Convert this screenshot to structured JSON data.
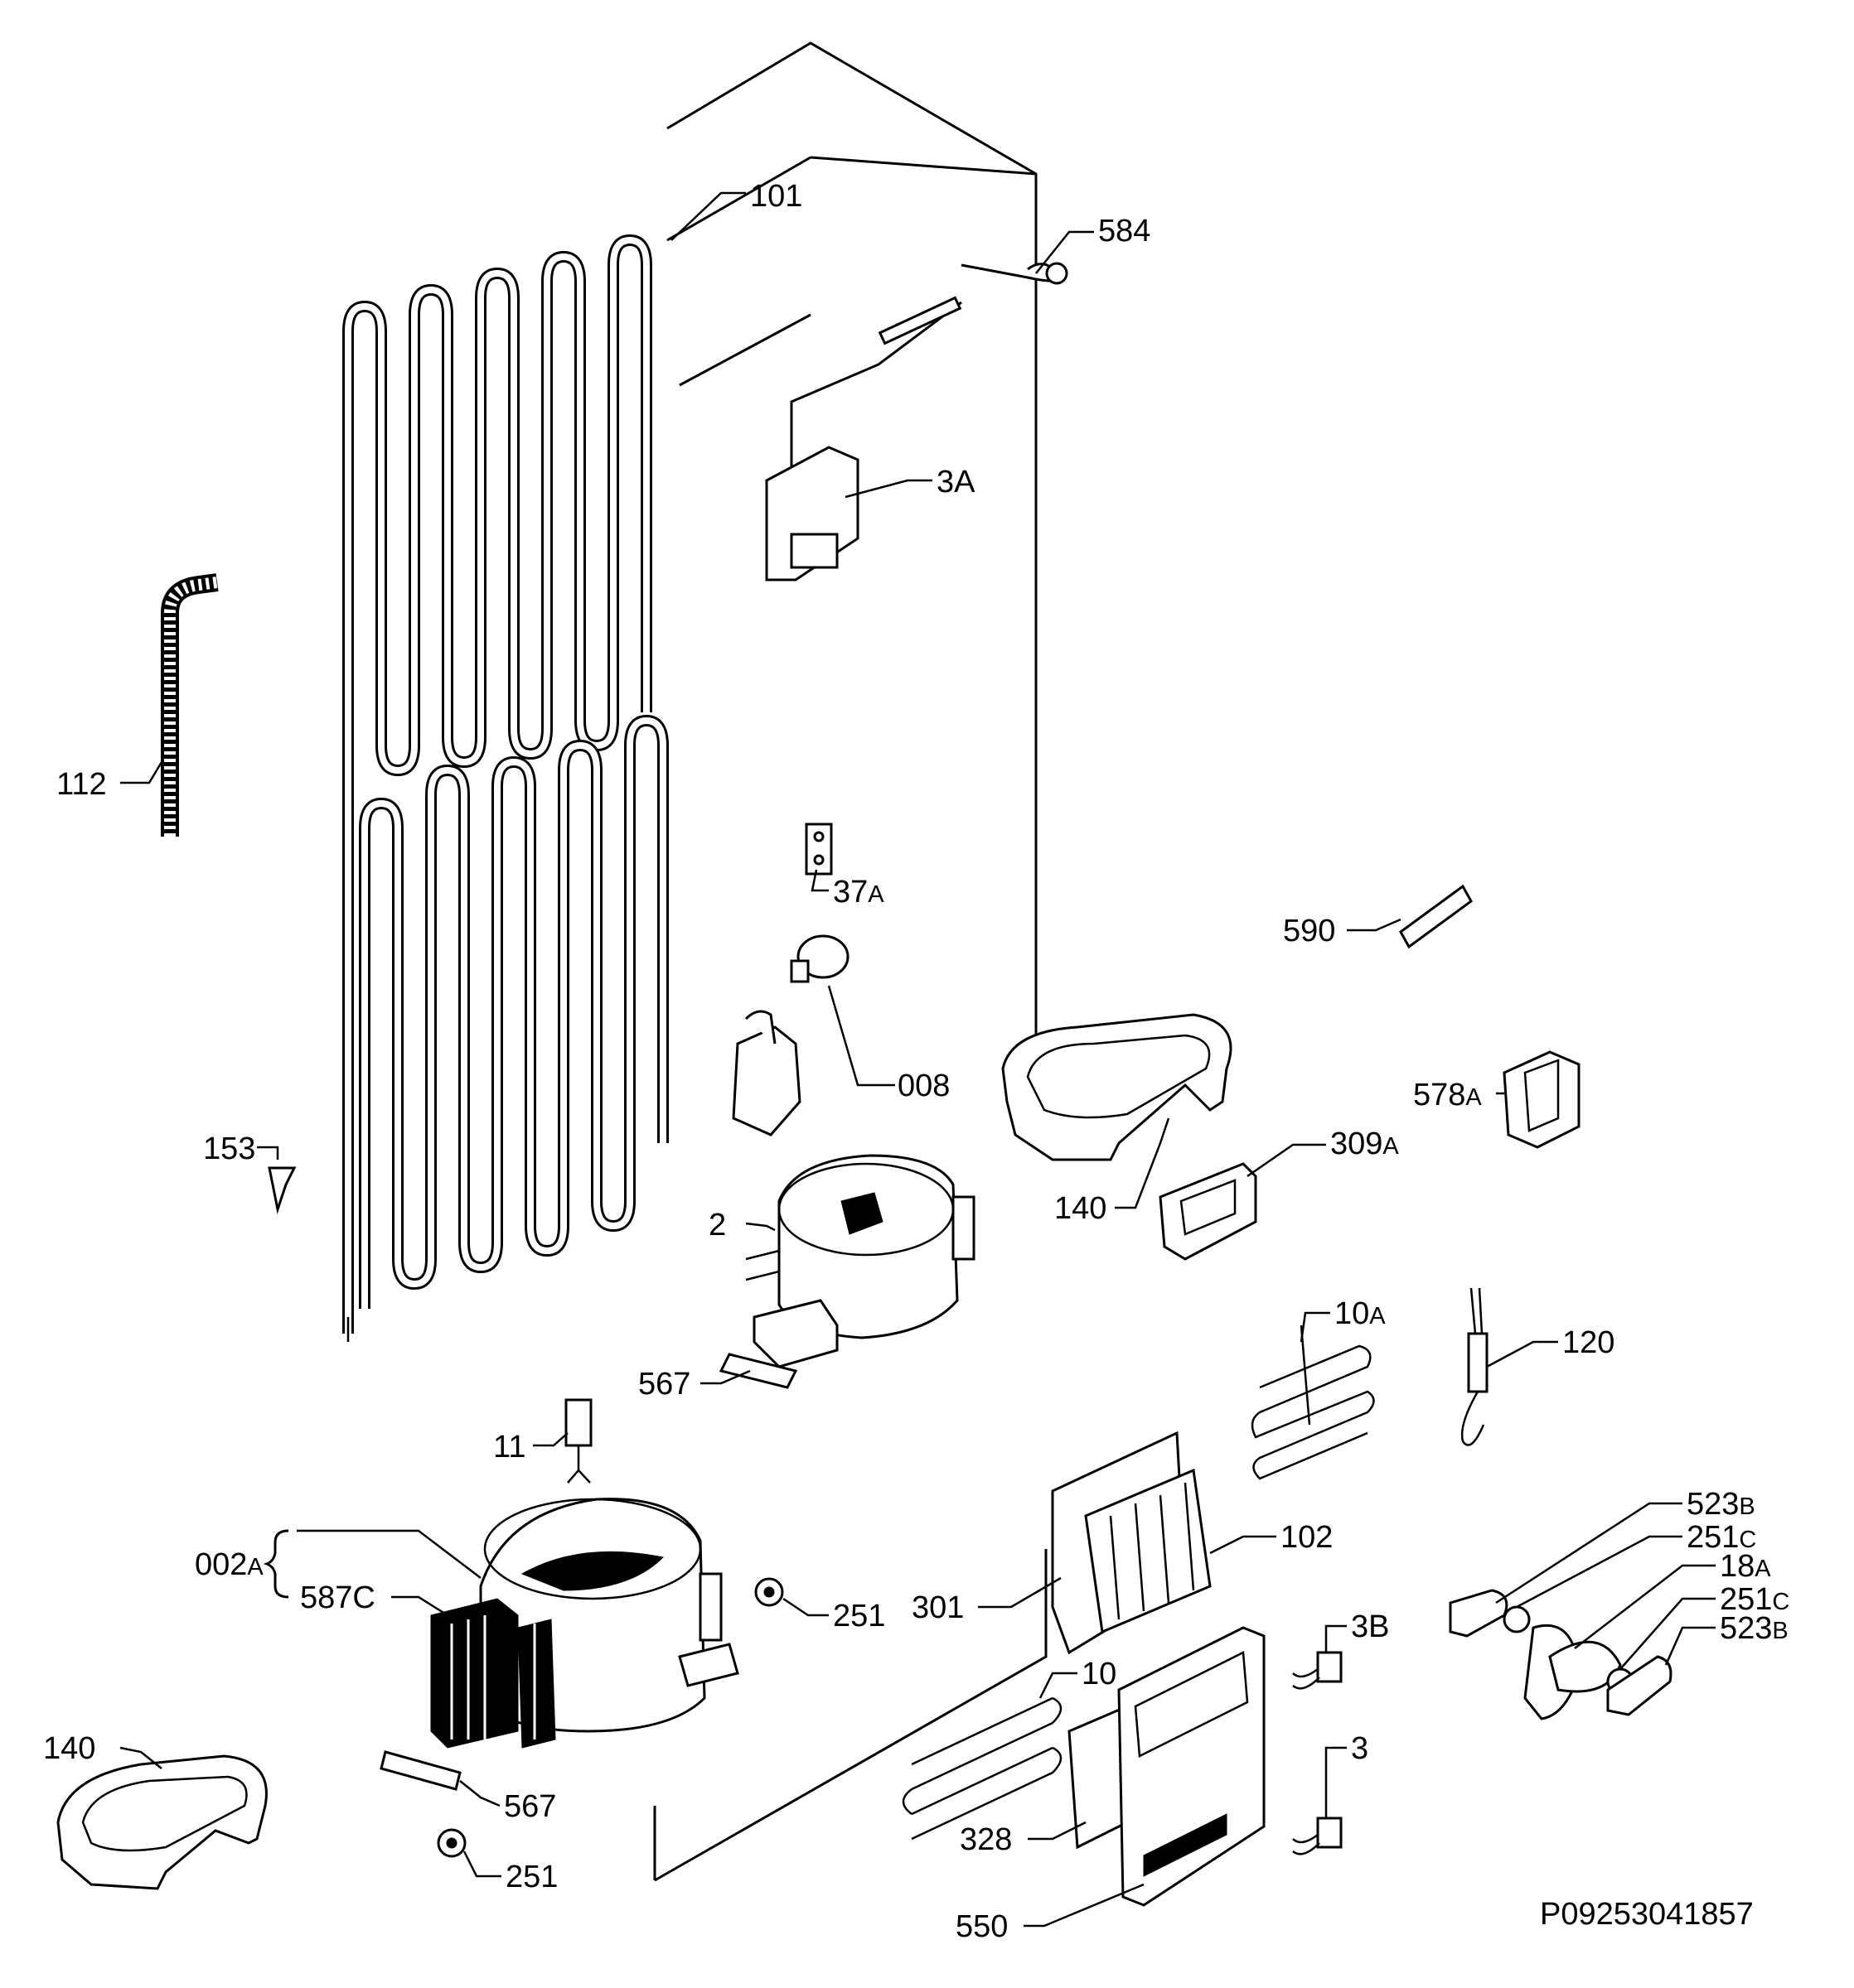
{
  "diagram": {
    "drawing_code": "P09253041857",
    "callouts": [
      {
        "id": "101",
        "num": "101",
        "suffix": ""
      },
      {
        "id": "584",
        "num": "584",
        "suffix": ""
      },
      {
        "id": "3A",
        "num": "3A",
        "suffix": ""
      },
      {
        "id": "112",
        "num": "112",
        "suffix": ""
      },
      {
        "id": "37A",
        "num": "37",
        "suffix": "A"
      },
      {
        "id": "590",
        "num": "590",
        "suffix": ""
      },
      {
        "id": "008",
        "num": "008",
        "suffix": ""
      },
      {
        "id": "578A",
        "num": "578",
        "suffix": "A"
      },
      {
        "id": "153",
        "num": "153",
        "suffix": ""
      },
      {
        "id": "309A",
        "num": "309",
        "suffix": "A"
      },
      {
        "id": "2",
        "num": "2",
        "suffix": ""
      },
      {
        "id": "140a",
        "num": "140",
        "suffix": ""
      },
      {
        "id": "10A",
        "num": "10",
        "suffix": "A"
      },
      {
        "id": "120",
        "num": "120",
        "suffix": ""
      },
      {
        "id": "567a",
        "num": "567",
        "suffix": ""
      },
      {
        "id": "11",
        "num": "11",
        "suffix": ""
      },
      {
        "id": "523Ba",
        "num": "523",
        "suffix": "B"
      },
      {
        "id": "251Ca",
        "num": "251",
        "suffix": "C"
      },
      {
        "id": "18A",
        "num": "18",
        "suffix": "A"
      },
      {
        "id": "251Cb",
        "num": "251",
        "suffix": "C"
      },
      {
        "id": "523Bb",
        "num": "523",
        "suffix": "B"
      },
      {
        "id": "102",
        "num": "102",
        "suffix": ""
      },
      {
        "id": "002A",
        "num": "002",
        "suffix": "A"
      },
      {
        "id": "587C",
        "num": "587C",
        "suffix": ""
      },
      {
        "id": "251a",
        "num": "251",
        "suffix": ""
      },
      {
        "id": "301",
        "num": "301",
        "suffix": ""
      },
      {
        "id": "3B",
        "num": "3B",
        "suffix": ""
      },
      {
        "id": "10",
        "num": "10",
        "suffix": ""
      },
      {
        "id": "3",
        "num": "3",
        "suffix": ""
      },
      {
        "id": "140b",
        "num": "140",
        "suffix": ""
      },
      {
        "id": "567b",
        "num": "567",
        "suffix": ""
      },
      {
        "id": "328",
        "num": "328",
        "suffix": ""
      },
      {
        "id": "251b",
        "num": "251",
        "suffix": ""
      },
      {
        "id": "550",
        "num": "550",
        "suffix": ""
      }
    ]
  }
}
